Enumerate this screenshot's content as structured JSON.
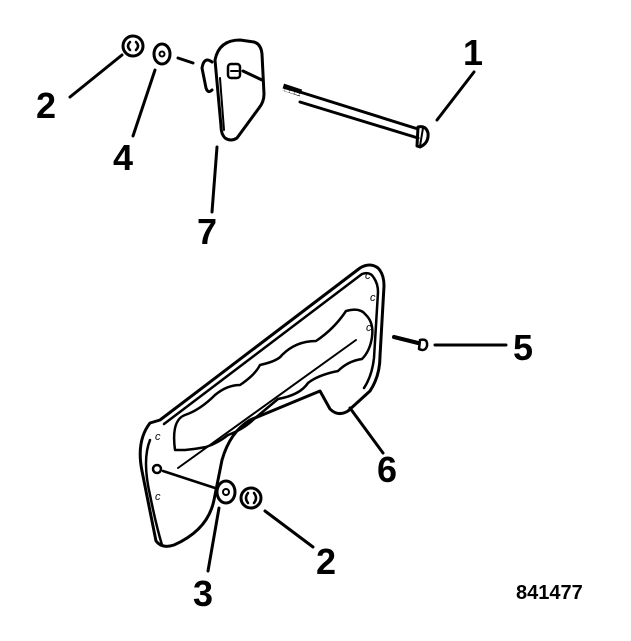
{
  "diagram": {
    "type": "exploded parts view",
    "figure_id": "841477",
    "callouts": [
      {
        "label": "1",
        "part": "bolt"
      },
      {
        "label": "2",
        "part": "nut (upper)"
      },
      {
        "label": "4",
        "part": "washer (upper)"
      },
      {
        "label": "7",
        "part": "bracket block"
      },
      {
        "label": "5",
        "part": "screw"
      },
      {
        "label": "6",
        "part": "gasket / plate"
      },
      {
        "label": "3",
        "part": "washer (lower)"
      },
      {
        "label": "2",
        "part": "nut (lower)"
      }
    ],
    "colors": {
      "ink": "#000000",
      "background": "#ffffff"
    }
  }
}
